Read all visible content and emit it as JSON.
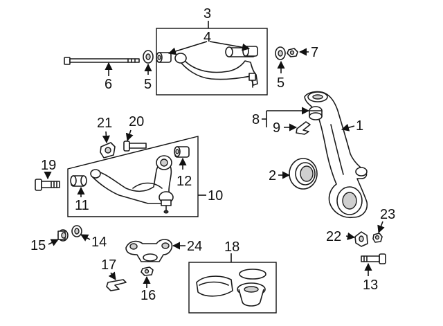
{
  "diagram": {
    "callouts": {
      "p1": "1",
      "p2": "2",
      "p3": "3",
      "p4": "4",
      "p5a": "5",
      "p5b": "5",
      "p6": "6",
      "p7": "7",
      "p8": "8",
      "p9": "9",
      "p10": "10",
      "p11": "11",
      "p12": "12",
      "p13": "13",
      "p14": "14",
      "p15": "15",
      "p16": "16",
      "p17": "17",
      "p18": "18",
      "p19": "19",
      "p20": "20",
      "p21": "21",
      "p22": "22",
      "p23": "23",
      "p24": "24"
    },
    "colors": {
      "line": "#1a1a1a",
      "shade": "#cfcfcf",
      "background": "#ffffff"
    }
  }
}
